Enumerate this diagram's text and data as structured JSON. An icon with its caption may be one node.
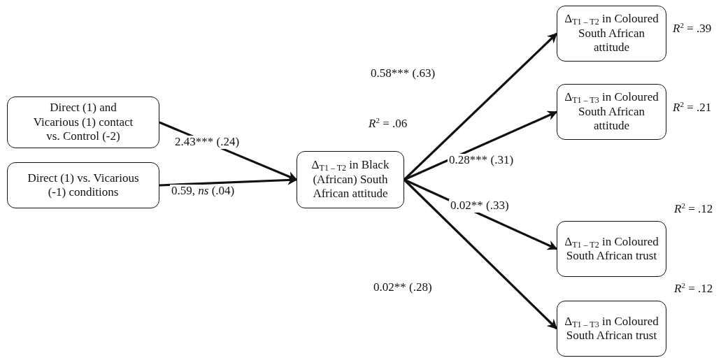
{
  "diagram": {
    "nodes": [
      {
        "text": [
          "Direct (1) and Vicarious (1) contact vs. Control (-2)"
        ]
      },
      {
        "text": [
          "Direct (1) vs. Vicarious (-1) conditions"
        ]
      },
      {
        "text": [
          "Δ$_{T1 – T2}$ in Black (African) South African attitude"
        ],
        "beside": [
          "*R*$^{2}$ = .06"
        ]
      },
      {
        "text": [
          "Δ$_{T1 – T2}$ in Coloured South African attitude"
        ],
        "beside": [
          "*R*$^{2}$ = .39"
        ]
      },
      {
        "text": [
          "Δ$_{T1 – T3}$ in Coloured South African attitude"
        ],
        "beside": [
          "*R*$^{2}$ = .21"
        ]
      },
      {
        "text": [
          "Δ$_{T1 – T2}$ in Coloured South African trust"
        ],
        "beside": [
          "*R*$^{2}$ = .12"
        ]
      },
      {
        "text": [
          "Δ$_{T1 – T3}$ in Coloured South African trust"
        ],
        "beside": [
          "*R*$^{2}$ = .12"
        ]
      }
    ],
    "edges": [
      {
        "from": 0,
        "to": 2,
        "arrow": "to",
        "label": "2.43*** (.24)"
      },
      {
        "from": 1,
        "to": 2,
        "arrow": "to",
        "label": "0.59, *ns* (.04)"
      },
      {
        "from": 2,
        "to": 3,
        "arrow": "to",
        "label": "0.58*** (.63)"
      },
      {
        "from": 2,
        "to": 4,
        "arrow": "to",
        "label": "0.28*** (.31)"
      },
      {
        "from": 2,
        "to": 5,
        "arrow": "to",
        "label": "0.02** (.33)"
      },
      {
        "from": 2,
        "to": 6,
        "arrow": "to",
        "label": "0.02** (.28)"
      }
    ]
  }
}
